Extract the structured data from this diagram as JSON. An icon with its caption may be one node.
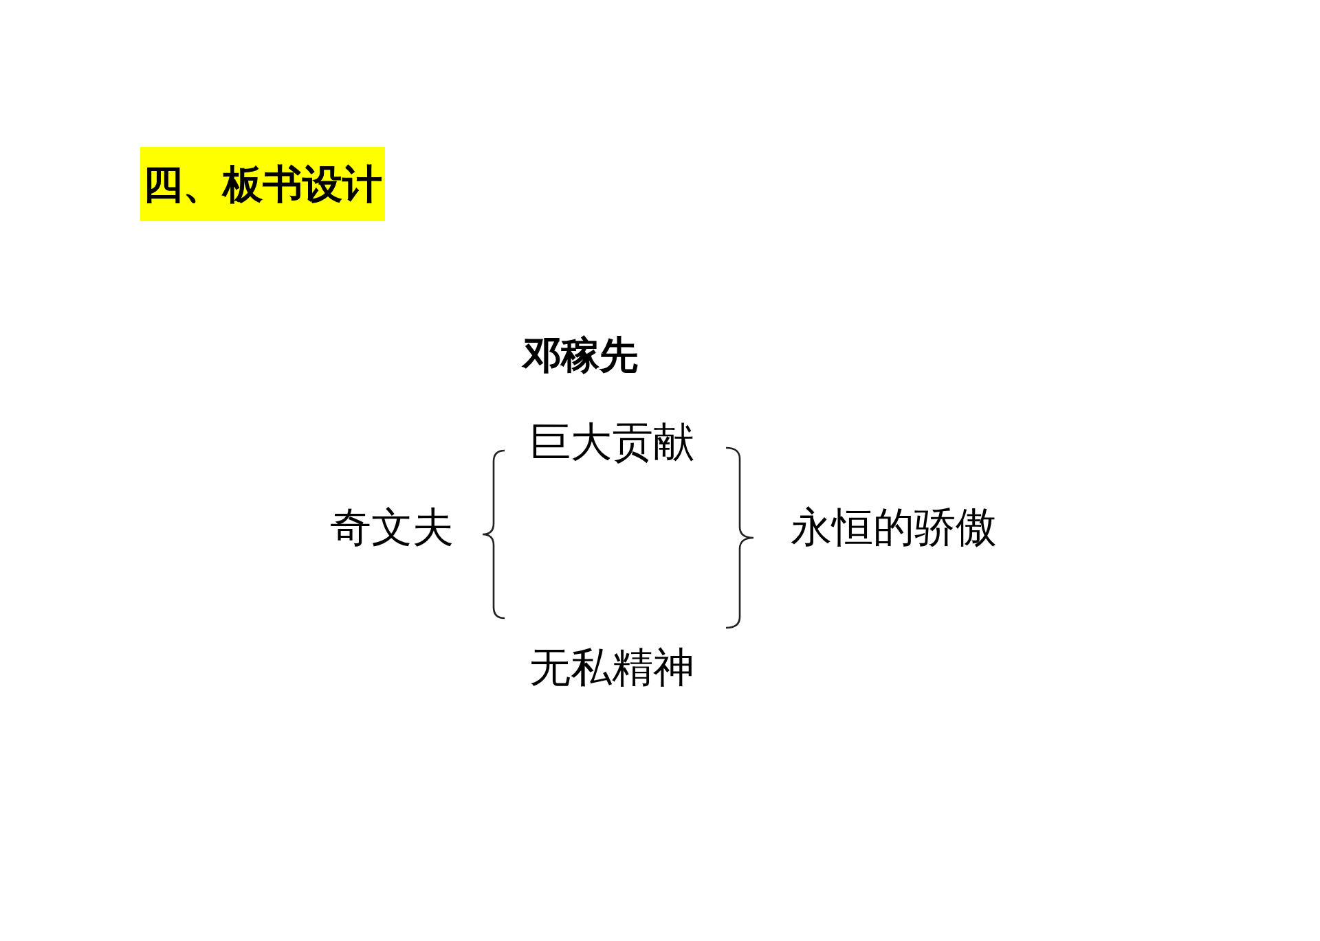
{
  "diagram": {
    "title": "四、板书设计",
    "labels": [
      "邓稼先",
      "巨大贡献",
      "奇文夫",
      "永恒的骄傲",
      "无私精神"
    ]
  }
}
